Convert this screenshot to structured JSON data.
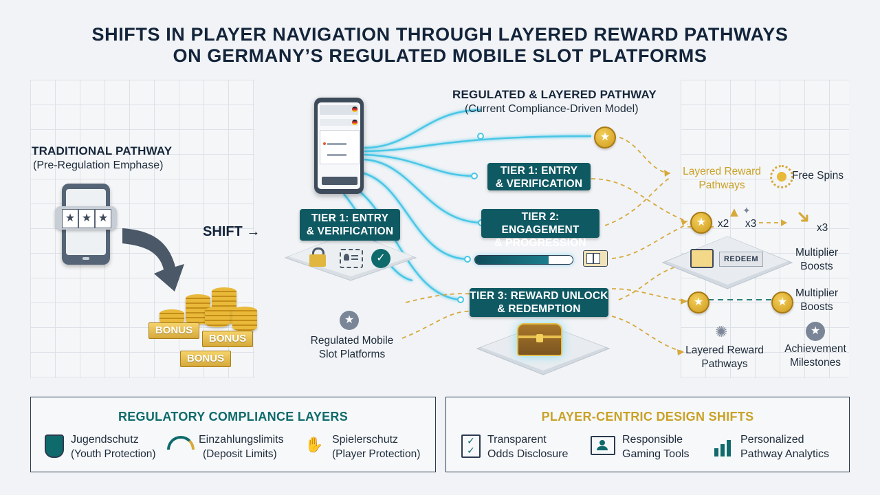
{
  "title": {
    "line1": "SHIFTS IN PLAYER NAVIGATION THROUGH LAYERED REWARD PATHWAYS",
    "line2": "ON GERMANY’S REGULATED MOBILE SLOT PLATFORMS"
  },
  "traditional": {
    "heading": "TRADITIONAL PATHWAY",
    "subheading": "(Pre-Regulation Emphase)",
    "bonus_labels": [
      "BONUS",
      "BONUS",
      "BONUS"
    ]
  },
  "shift_label": "SHIFT →",
  "regulated": {
    "heading": "REGULATED & LAYERED PATHWAY",
    "subheading": "(Current Compliance-Driven Model)",
    "entry_badge": {
      "line1": "Tier 1: ENTRY",
      "line2": "& VERIFICATION"
    },
    "tier1": {
      "line1": "Tier 1: ENTRY",
      "line2": "& VERIFICATION"
    },
    "tier2": {
      "line1": "Tier 2: ENGAGEMENT",
      "line2": "& PROGRESSION"
    },
    "tier3": {
      "line1": "Tier 3: REWARD UNLOCK",
      "line2": "& REDEMPTION"
    },
    "platforms_label": {
      "line1": "Regulated Mobile",
      "line2": "Slot Platforms"
    },
    "progress_fraction": 0.75
  },
  "rewards": {
    "layered_top": {
      "line1": "Layered Reward",
      "line2": "Pathways"
    },
    "free_spins": "Free Spins",
    "x2": "x2",
    "x3a": "x3",
    "x3b": "x3",
    "redeem": "REDEEM",
    "multiplier_1": {
      "line1": "Multiplier",
      "line2": "Boosts"
    },
    "multiplier_2": {
      "line1": "Multiplier",
      "line2": "Boosts"
    },
    "layered_bottom": {
      "line1": "Layered Reward",
      "line2": "Pathways"
    },
    "achievement": {
      "line1": "Achievement",
      "line2": "Milestones"
    }
  },
  "compliance": {
    "title": "REGULATORY COMPLIANCE LAYERS",
    "title_color": "#0f6b6b",
    "items": [
      {
        "label": "Jugendschutz",
        "sub": "(Youth Protection)",
        "icon": "shield-icon"
      },
      {
        "label": "Einzahlungslimits",
        "sub": "(Deposit Limits)",
        "icon": "gauge-icon"
      },
      {
        "label": "Spielerschutz",
        "sub": "(Player Protection)",
        "icon": "hand-protection-icon"
      }
    ]
  },
  "player_centric": {
    "title": "PLAYER-CENTRIC DESIGN SHIFTS",
    "title_color": "#c9a227",
    "items": [
      {
        "line1": "Transparent",
        "line2": "Odds Disclosure",
        "icon": "checklist-icon"
      },
      {
        "line1": "Responsible",
        "line2": "Gaming Tools",
        "icon": "monitor-user-icon"
      },
      {
        "line1": "Personalized",
        "line2": "Pathway Analytics",
        "icon": "bar-chart-icon"
      }
    ]
  }
}
